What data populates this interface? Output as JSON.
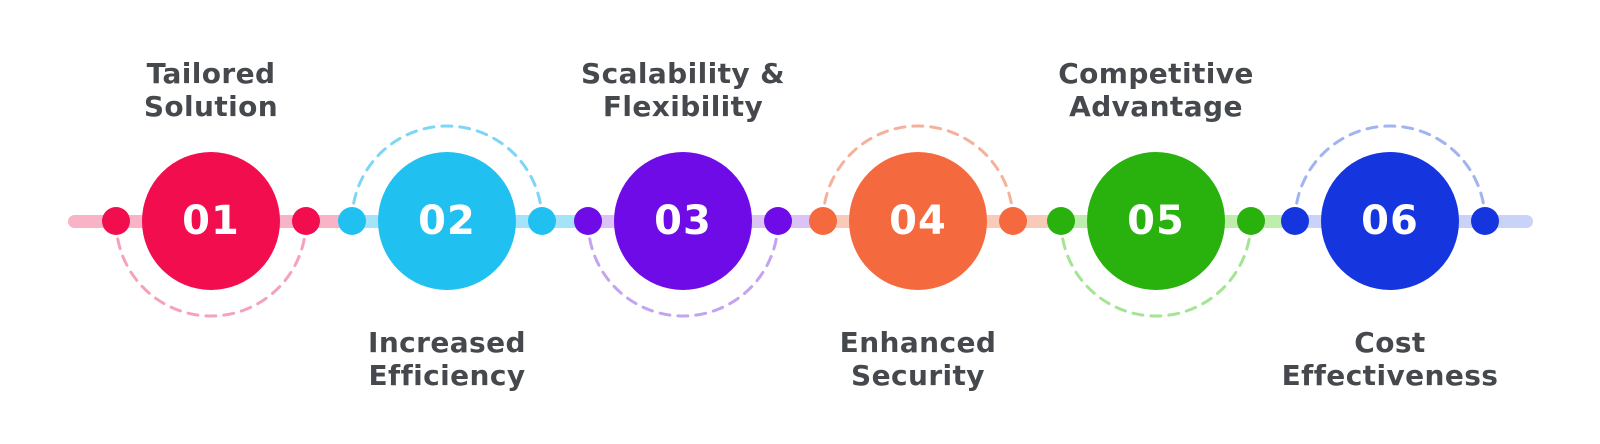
{
  "background_color": "#FFFFFF",
  "label_text_color": "#45494D",
  "number_text_color": "#FFFFFF",
  "items": [
    {
      "number": "01",
      "label": "Tailored Solution",
      "label_lines": [
        "Tailored",
        "Solution"
      ],
      "label_position": "above",
      "arc_position": "below",
      "color": "#F20D4F",
      "track_color": "#F9B3C6",
      "dash_color": "#F5A3B8"
    },
    {
      "number": "02",
      "label": "Increased Efficiency",
      "label_lines": [
        "Increased",
        "Efficiency"
      ],
      "label_position": "below",
      "arc_position": "above",
      "color": "#20C0F0",
      "track_color": "#A5E3FA",
      "dash_color": "#7DD6F6"
    },
    {
      "number": "03",
      "label": "Scalability & Flexibility",
      "label_lines": [
        "Scalability &",
        "Flexibility"
      ],
      "label_position": "above",
      "arc_position": "below",
      "color": "#6E0BE6",
      "track_color": "#DCC3F6",
      "dash_color": "#C4A3F0"
    },
    {
      "number": "04",
      "label": "Enhanced Security",
      "label_lines": [
        "Enhanced",
        "Security"
      ],
      "label_position": "below",
      "arc_position": "above",
      "color": "#F5693E",
      "track_color": "#FACAB9",
      "dash_color": "#F6B19B"
    },
    {
      "number": "05",
      "label": "Competitive Advantage",
      "label_lines": [
        "Competitive",
        "Advantage"
      ],
      "label_position": "above",
      "arc_position": "below",
      "color": "#29B10E",
      "track_color": "#BEEEAB",
      "dash_color": "#A4E492"
    },
    {
      "number": "06",
      "label": "Cost Effectiveness",
      "label_lines": [
        "Cost",
        "Effectiveness"
      ],
      "label_position": "below",
      "arc_position": "above",
      "color": "#1536DF",
      "track_color": "#C9D3F7",
      "dash_color": "#A2B3F1"
    }
  ]
}
